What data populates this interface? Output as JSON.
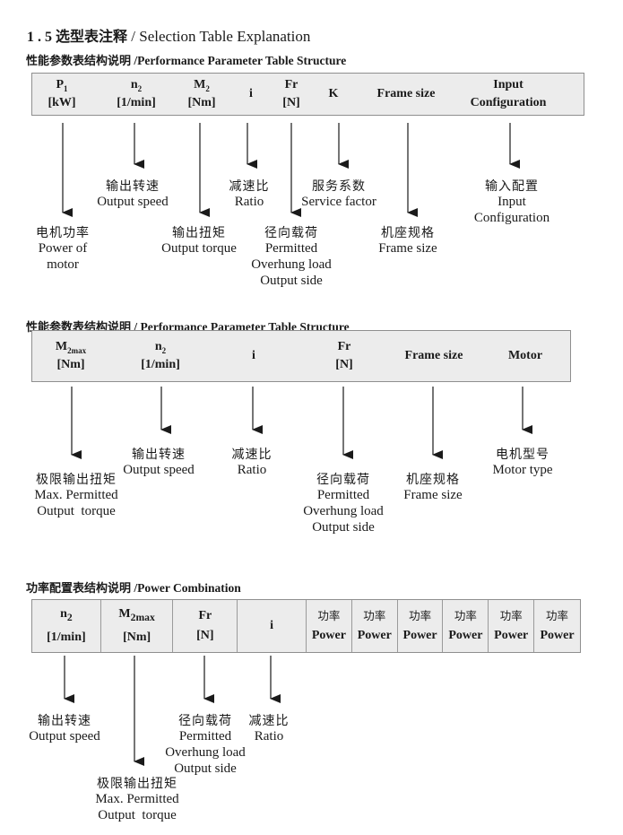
{
  "colors": {
    "table_bg": "#ececec",
    "table_border": "#8f8f8f",
    "text": "#1a1a1a",
    "arrow": "#1a1a1a"
  },
  "title": {
    "zh": "1 . 5 选型表注释",
    "sep": " / ",
    "en": "Selection Table Explanation"
  },
  "sections": {
    "s1": {
      "heading": {
        "zh": "性能参数表结构说明",
        "sep": " /",
        "en": "Performance Parameter Table Structure"
      },
      "columns": [
        {
          "sym": "P",
          "sub": "1",
          "unit": "[kW]"
        },
        {
          "sym": "n",
          "sub": "2",
          "unit": "[1/min]"
        },
        {
          "sym": "M",
          "sub": "2",
          "unit": "[Nm]"
        },
        {
          "sym": "i"
        },
        {
          "sym": "Fr",
          "unit": "[N]"
        },
        {
          "sym": "K"
        },
        {
          "sym": "Frame size"
        },
        {
          "sym": "Input",
          "unit": "Configuration"
        }
      ],
      "labels": {
        "p1": {
          "zh": "电机功率",
          "en1": "Power of",
          "en2": "motor"
        },
        "n2": {
          "zh": "输出转速",
          "en1": "Output speed"
        },
        "m2": {
          "zh": "输出扭矩",
          "en1": "Output torque"
        },
        "i": {
          "zh": "减速比",
          "en1": "Ratio"
        },
        "fr": {
          "zh": "径向载荷",
          "en1": "Permitted",
          "en2": "Overhung load",
          "en3": "Output side"
        },
        "k": {
          "zh": "服务系数",
          "en1": "Service factor"
        },
        "frame": {
          "zh": "机座规格",
          "en1": "Frame size"
        },
        "input": {
          "zh": "输入配置",
          "en1": "Input",
          "en2": "Configuration"
        }
      }
    },
    "s2": {
      "heading": {
        "zh": "性能参数表结构说明",
        "sep": " / ",
        "en": "Performance Parameter Table Structure"
      },
      "columns": [
        {
          "sym": "M",
          "sub": "2max",
          "unit": "[Nm]"
        },
        {
          "sym": "n",
          "sub": "2",
          "unit": "[1/min]"
        },
        {
          "sym": "i"
        },
        {
          "sym": "Fr",
          "unit": "[N]"
        },
        {
          "sym": "Frame size"
        },
        {
          "sym": "Motor"
        }
      ],
      "labels": {
        "m2max": {
          "zh": "极限输出扭矩",
          "en1": "Max. Permitted",
          "en2": "Output  torque"
        },
        "n2": {
          "zh": "输出转速",
          "en1": "Output speed"
        },
        "i": {
          "zh": "减速比",
          "en1": "Ratio"
        },
        "fr": {
          "zh": "径向载荷",
          "en1": "Permitted",
          "en2": "Overhung load",
          "en3": "Output side"
        },
        "frame": {
          "zh": "机座规格",
          "en1": "Frame size"
        },
        "motor": {
          "zh": "电机型号",
          "en1": "Motor type"
        }
      }
    },
    "s3": {
      "heading": {
        "zh": "功率配置表结构说明",
        "sep": " /",
        "en": "Power Combination"
      },
      "columns": [
        {
          "sym": "n",
          "sub": "2",
          "unit": "[1/min]"
        },
        {
          "sym": "M",
          "sub": "2max",
          "unit": "[Nm]"
        },
        {
          "sym": "Fr",
          "unit": "[N]"
        },
        {
          "sym": "i"
        },
        {
          "zh": "功率",
          "en": "Power"
        },
        {
          "zh": "功率",
          "en": "Power"
        },
        {
          "zh": "功率",
          "en": "Power"
        },
        {
          "zh": "功率",
          "en": "Power"
        },
        {
          "zh": "功率",
          "en": "Power"
        },
        {
          "zh": "功率",
          "en": "Power"
        }
      ],
      "labels": {
        "n2": {
          "zh": "输出转速",
          "en1": "Output speed"
        },
        "m2max": {
          "zh": "极限输出扭矩",
          "en1": "Max. Permitted",
          "en2": "Output  torque"
        },
        "fr": {
          "zh": "径向载荷",
          "en1": "Permitted",
          "en2": "Overhung load",
          "en3": "Output side"
        },
        "i": {
          "zh": "减速比",
          "en1": "Ratio"
        }
      }
    }
  }
}
